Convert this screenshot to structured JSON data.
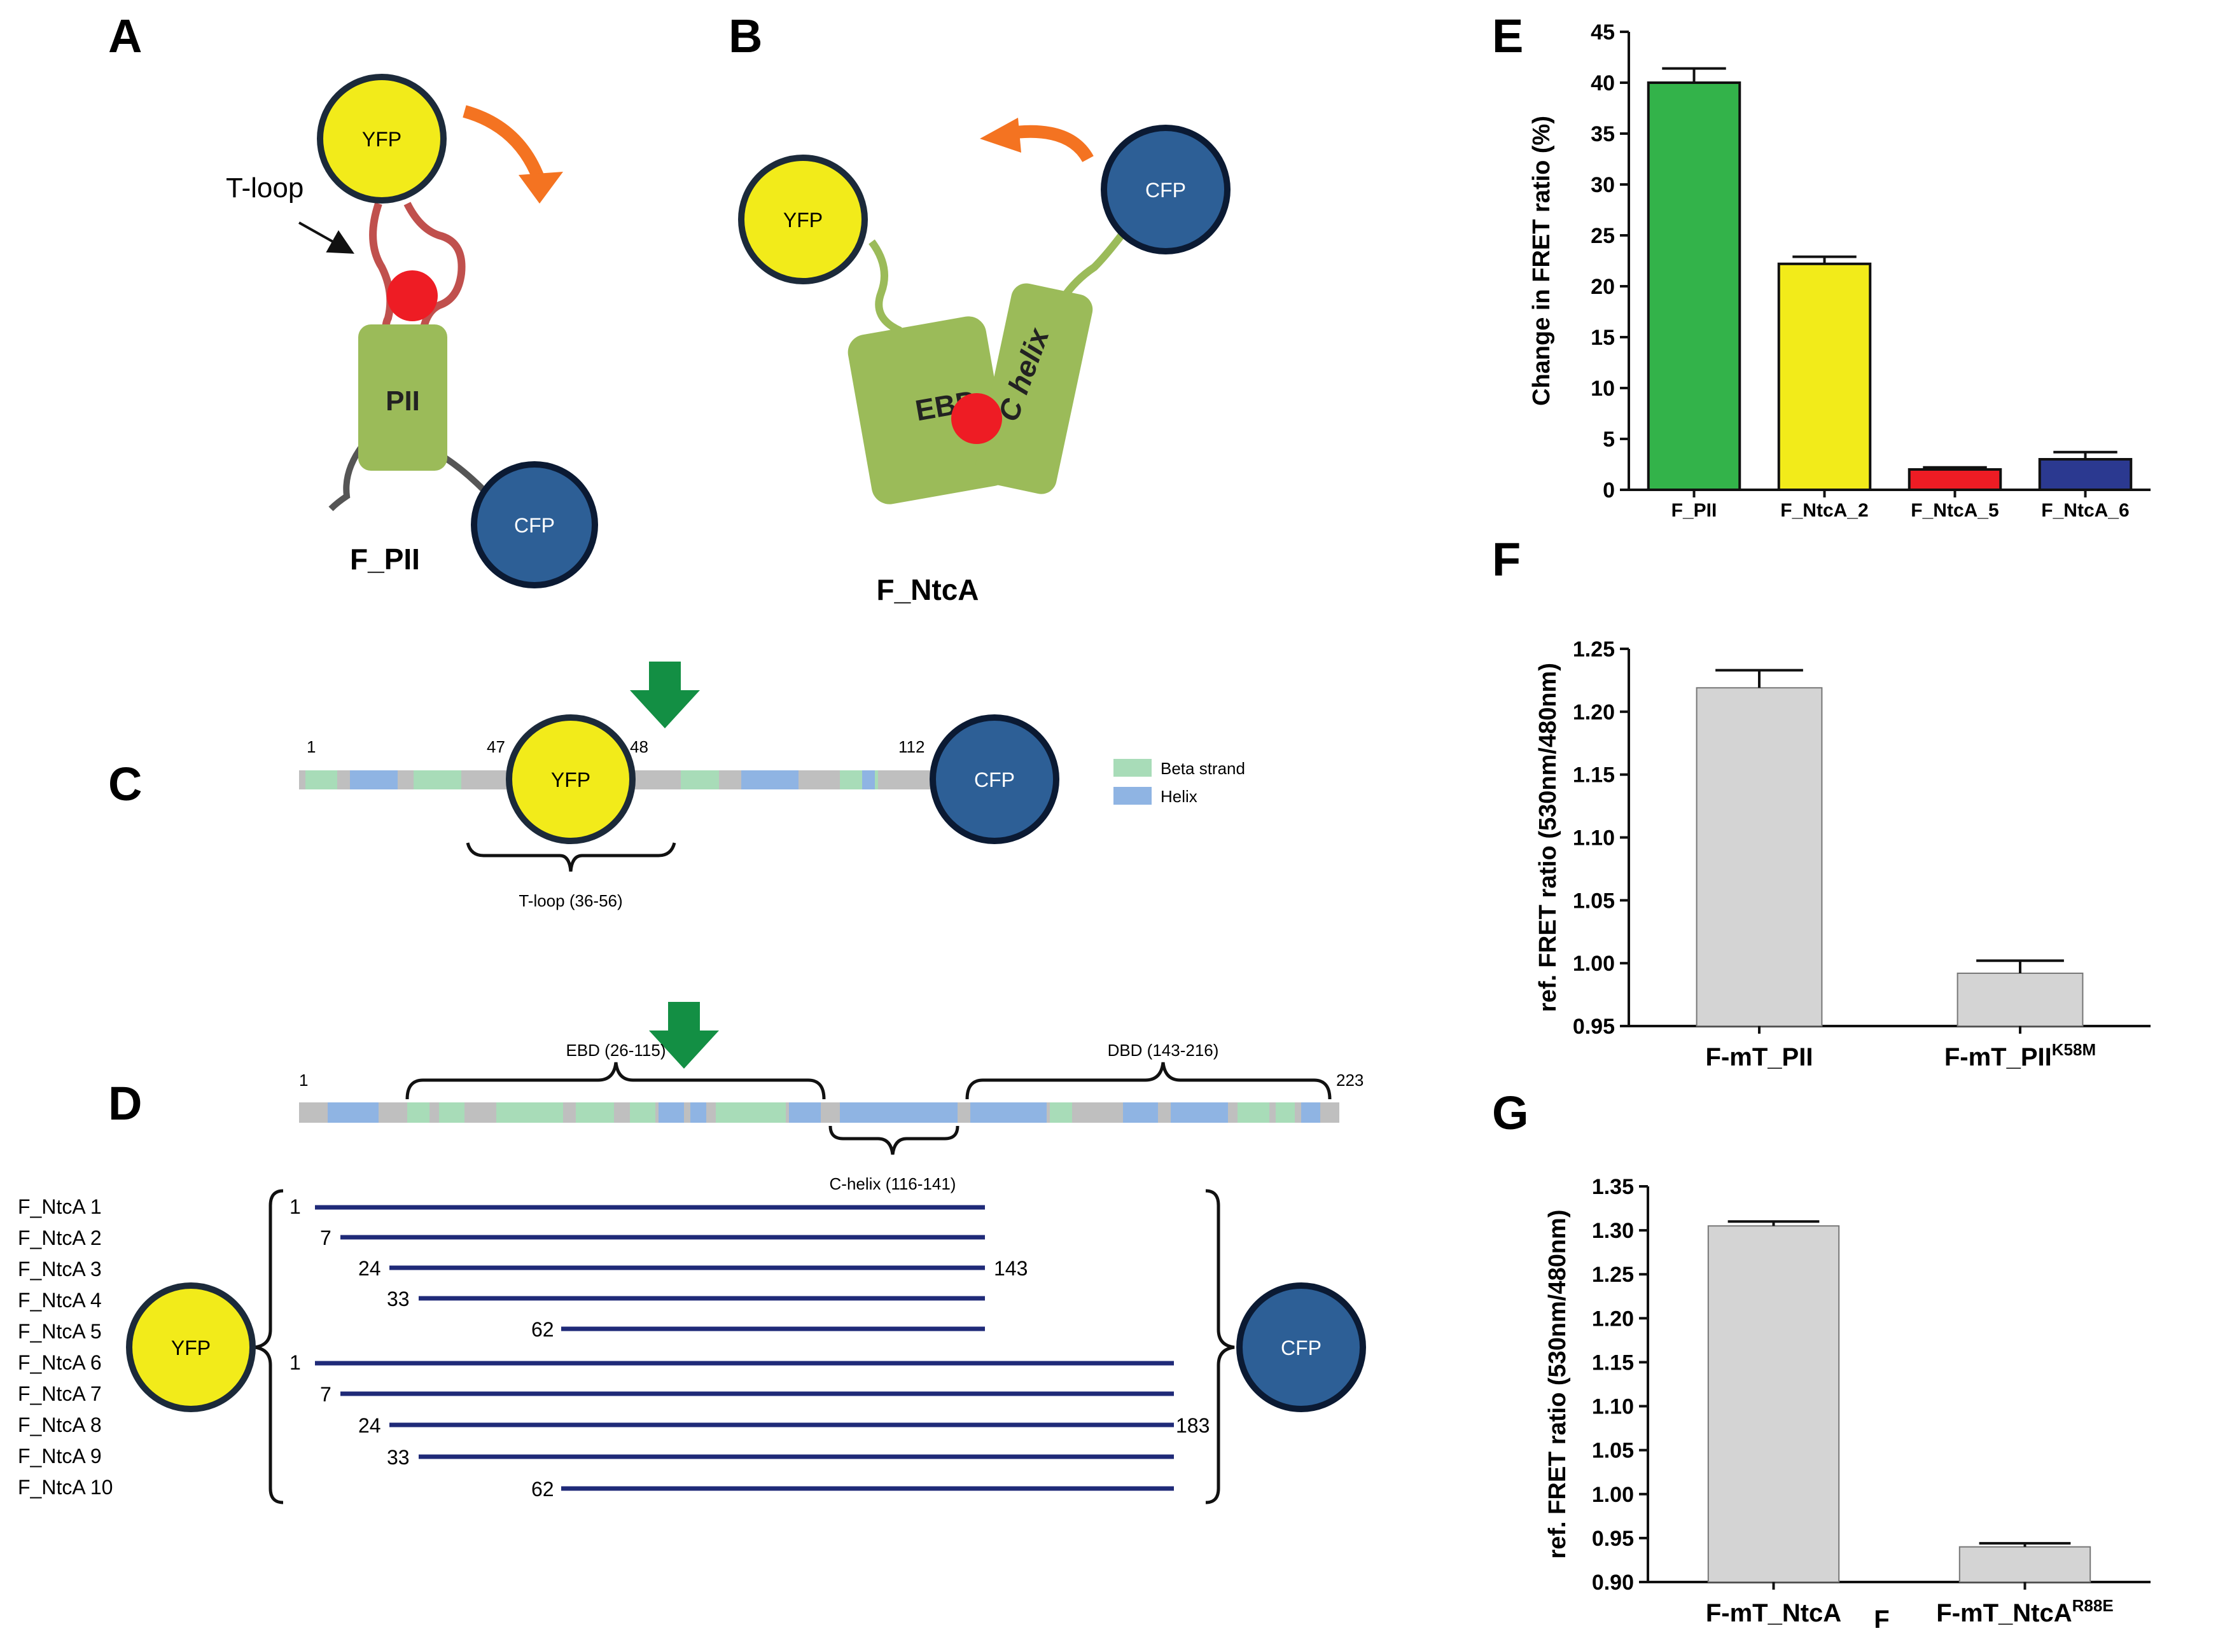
{
  "panels": {
    "A": {
      "letter": "A",
      "yfp": "YFP",
      "tloop": "T-loop",
      "pii": "PII",
      "cfp": "CFP",
      "name": "F_PII"
    },
    "B": {
      "letter": "B",
      "yfp": "YFP",
      "cfp": "CFP",
      "ebd": "EBD",
      "chelix": "C helix",
      "name": "F_NtcA"
    },
    "C": {
      "letter": "C",
      "n1": "1",
      "n47": "47",
      "n48": "48",
      "n112": "112",
      "yfp": "YFP",
      "cfp": "CFP",
      "tloop_range": "T-loop (36-56)",
      "legend": [
        {
          "label": "Beta strand",
          "color": "#a8dcb8"
        },
        {
          "label": "Helix",
          "color": "#8fb4e3"
        }
      ]
    },
    "D": {
      "letter": "D",
      "n1": "1",
      "n223": "223",
      "ebd": "EBD (26-115)",
      "dbd": "DBD (143-216)",
      "chelix": "C-helix (116-141)",
      "yfp": "YFP",
      "cfp": "CFP",
      "constructs": [
        "F_NtcA 1",
        "F_NtcA 2",
        "F_NtcA 3",
        "F_NtcA 4",
        "F_NtcA 5",
        "F_NtcA 6",
        "F_NtcA 7",
        "F_NtcA 8",
        "F_NtcA 9",
        "F_NtcA 10"
      ],
      "starts": [
        "1",
        "7",
        "24",
        "33",
        "62",
        "1",
        "7",
        "24",
        "33",
        "62"
      ],
      "end_short": "143",
      "end_long": "183"
    }
  },
  "chart_data": [
    {
      "panel": "E",
      "type": "bar",
      "ylabel": "Change in FRET ratio (%)",
      "categories": [
        "F_PII",
        "F_NtcA_2",
        "F_NtcA_5",
        "F_NtcA_6"
      ],
      "values": [
        40,
        22.2,
        2,
        3
      ],
      "errors": [
        1.4,
        0.7,
        0.2,
        0.7
      ],
      "colors": [
        "#33b34a",
        "#f2eb1a",
        "#ee1c24",
        "#2b3990"
      ],
      "ylim": [
        0,
        45
      ],
      "yticks": [
        "0",
        "5",
        "10",
        "15",
        "20",
        "25",
        "30",
        "35",
        "40",
        "45"
      ]
    },
    {
      "panel": "F",
      "type": "bar",
      "ylabel": "ref. FRET ratio (530nm/480nm)",
      "categories": [
        "F-mT_PII",
        "F-mT_PII"
      ],
      "cat_sup": [
        "",
        "K58M"
      ],
      "values": [
        1.219,
        0.992
      ],
      "errors": [
        0.014,
        0.01
      ],
      "colors": [
        "#d4d4d4",
        "#d4d4d4"
      ],
      "ylim": [
        0.95,
        1.25
      ],
      "yticks": [
        "0.95",
        "1.00",
        "1.05",
        "1.10",
        "1.15",
        "1.20",
        "1.25"
      ]
    },
    {
      "panel": "G",
      "type": "bar",
      "ylabel": "ref. FRET ratio (530nm/480nm)",
      "categories": [
        "F-mT_NtcA",
        "F-mT_NtcA"
      ],
      "cat_sup": [
        "",
        "R88E"
      ],
      "stray_label": "F",
      "values": [
        1.305,
        0.94
      ],
      "errors": [
        0.005,
        0.004
      ],
      "colors": [
        "#d4d4d4",
        "#d4d4d4"
      ],
      "ylim": [
        0.9,
        1.35
      ],
      "yticks": [
        "0.90",
        "0.95",
        "1.00",
        "1.05",
        "1.10",
        "1.15",
        "1.20",
        "1.25",
        "1.30",
        "1.35"
      ]
    }
  ]
}
